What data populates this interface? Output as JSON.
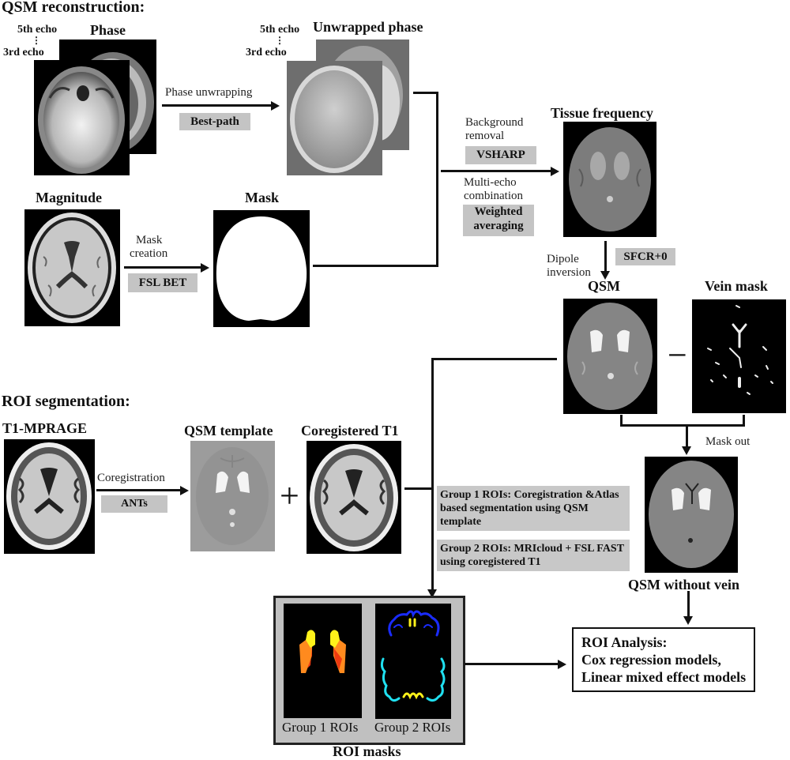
{
  "sections": {
    "qsm_reconstruction": "QSM reconstruction:",
    "roi_segmentation": "ROI segmentation:"
  },
  "images": {
    "phase": "Phase",
    "unwrapped_phase": "Unwrapped phase",
    "magnitude": "Magnitude",
    "mask": "Mask",
    "tissue_frequency": "Tissue frequency",
    "qsm": "QSM",
    "vein_mask": "Vein mask",
    "qsm_without_vein": "QSM without vein",
    "t1_mprage": "T1-MPRAGE",
    "qsm_template": "QSM template",
    "coregistered_t1": "Coregistered T1",
    "roi_masks": "ROI masks",
    "group1_rois": "Group 1 ROIs",
    "group2_rois": "Group 2 ROIs"
  },
  "echo_labels": {
    "fifth": "5th echo",
    "dots": "⋮",
    "third": "3rd echo"
  },
  "steps": {
    "phase_unwrapping": {
      "label": "Phase unwrapping",
      "method": "Best-path"
    },
    "mask_creation": {
      "label_line1": "Mask",
      "label_line2": "creation",
      "method": "FSL BET"
    },
    "background_removal": {
      "label_line1": "Background",
      "label_line2": "removal",
      "method": "VSHARP"
    },
    "multi_echo": {
      "label_line1": "Multi-echo",
      "label_line2": "combination",
      "method_line1": "Weighted",
      "method_line2": "averaging"
    },
    "dipole_inversion": {
      "label_line1": "Dipole",
      "label_line2": "inversion",
      "method": "SFCR+0"
    },
    "mask_out": {
      "label": "Mask out"
    },
    "coregistration": {
      "label": "Coregistration",
      "method": "ANTs"
    }
  },
  "operators": {
    "minus": "−",
    "plus": "+"
  },
  "notes": {
    "group1": "Group 1 ROIs: Coregistration &Atlas based segmentation using QSM template",
    "group2": "Group 2 ROIs: MRIcloud + FSL FAST using coregistered T1"
  },
  "result": {
    "line1": "ROI Analysis:",
    "line2": "Cox regression models,",
    "line3": "Linear mixed effect models"
  },
  "colors": {
    "method_box": "#c4c4c4",
    "roi_orange": "#ff8a1e",
    "roi_red": "#ee3a10",
    "roi_yellow": "#fff21a",
    "roi_blue": "#1a2cff",
    "roi_cyan": "#20e0f0"
  }
}
